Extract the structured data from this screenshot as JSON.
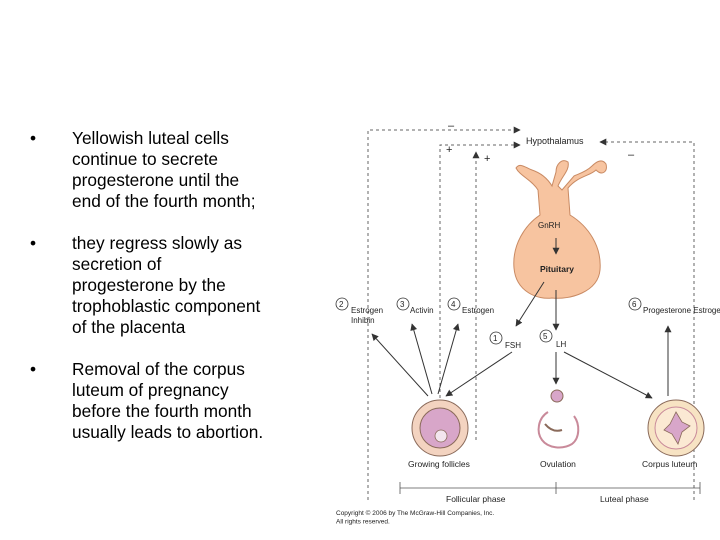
{
  "bullets": [
    {
      "text": "Yellowish luteal cells\ncontinue to secrete\nprogesterone until the\nend of the fourth month;"
    },
    {
      "text": "they regress slowly as\nsecretion of\nprogesterone by the\ntrophoblastic component\nof the placenta"
    },
    {
      "text": "Removal of the corpus\nluteum of pregnancy\nbefore the fourth month\nusually leads to abortion."
    }
  ],
  "bullet_symbol": "•",
  "diagram": {
    "hypothalamus": "Hypothalamus",
    "gnrh": "GnRH",
    "pituitary": "Pituitary",
    "labels": {
      "n2": "2",
      "estrogen_inhibin": "Estrogen\nInhibin",
      "n3": "3",
      "activin": "Activin",
      "n4": "4",
      "estrogen": "Estrogen",
      "n1": "1",
      "fsh": "FSH",
      "n5": "5",
      "lh": "LH",
      "n6": "6",
      "progesterone_estrogen": "Progesterone\nEstrogen"
    },
    "signs": {
      "minus_top": "–",
      "plus_a": "+",
      "plus_b": "+",
      "minus_right": "–"
    },
    "stages": {
      "growing_follicles": "Growing follicles",
      "ovulation": "Ovulation",
      "corpus_luteum": "Corpus luteum"
    },
    "phases": {
      "follicular": "Follicular phase",
      "luteal": "Luteal phase"
    },
    "copyright": "Copyright © 2006 by The McGraw-Hill Companies, Inc.\nAll rights reserved.",
    "colors": {
      "gland": "#f7c4a0",
      "gland_stroke": "#c98a63",
      "follicle_outer": "#f3d3c0",
      "follicle_inner": "#d8a6c9",
      "line": "#333333",
      "dashed": "#666666"
    }
  }
}
